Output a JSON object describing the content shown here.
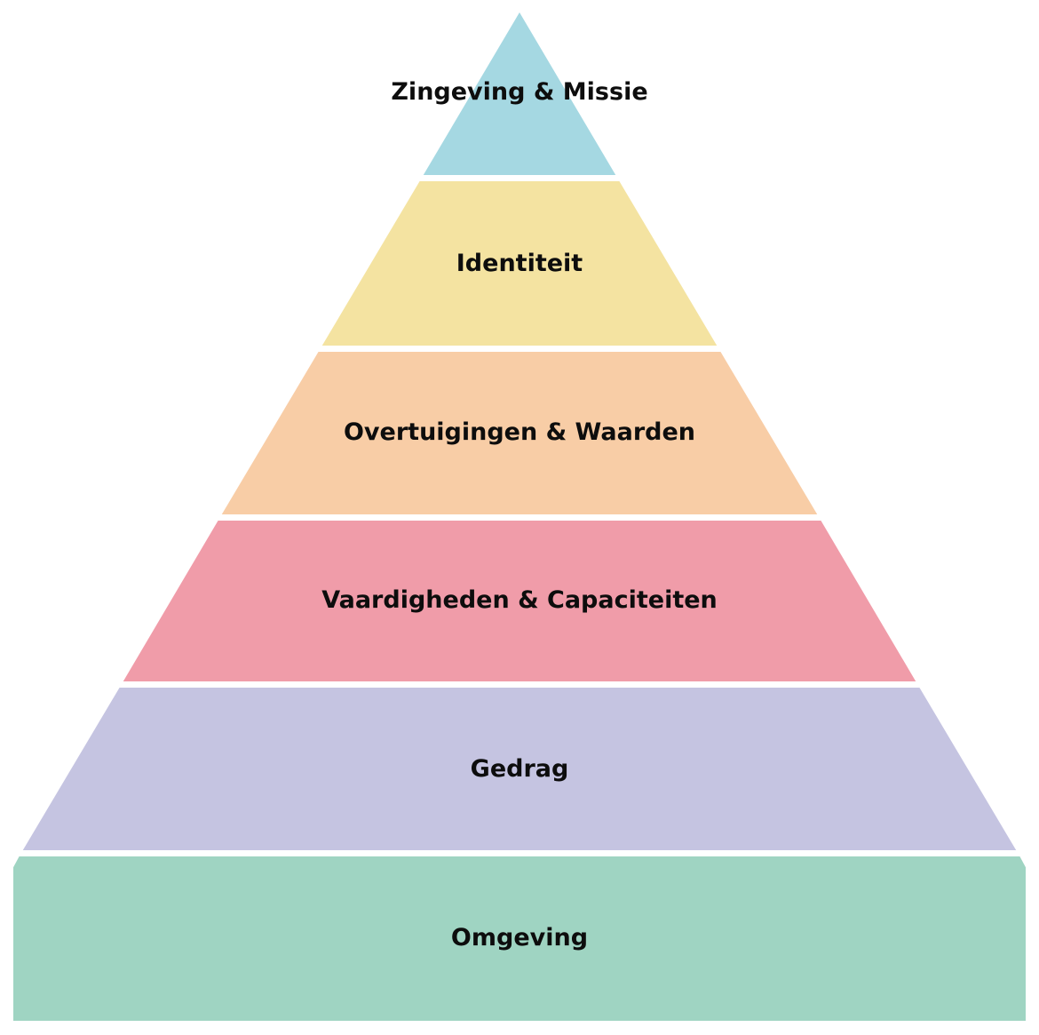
{
  "diagram": {
    "type": "pyramid",
    "background": "#ffffff",
    "text_color": "#0d0d0d",
    "levels": [
      {
        "label": "Zingeving & Missie",
        "color": "#a5d8e2"
      },
      {
        "label": "Identiteit",
        "color": "#f4e3a1"
      },
      {
        "label": "Overtuigingen & Waarden",
        "color": "#f8cda6"
      },
      {
        "label": "Vaardigheden & Capaciteiten",
        "color": "#f09ca9"
      },
      {
        "label": "Gedrag",
        "color": "#c5c4e1"
      },
      {
        "label": "Omgeving",
        "color": "#9fd4c2"
      }
    ]
  }
}
